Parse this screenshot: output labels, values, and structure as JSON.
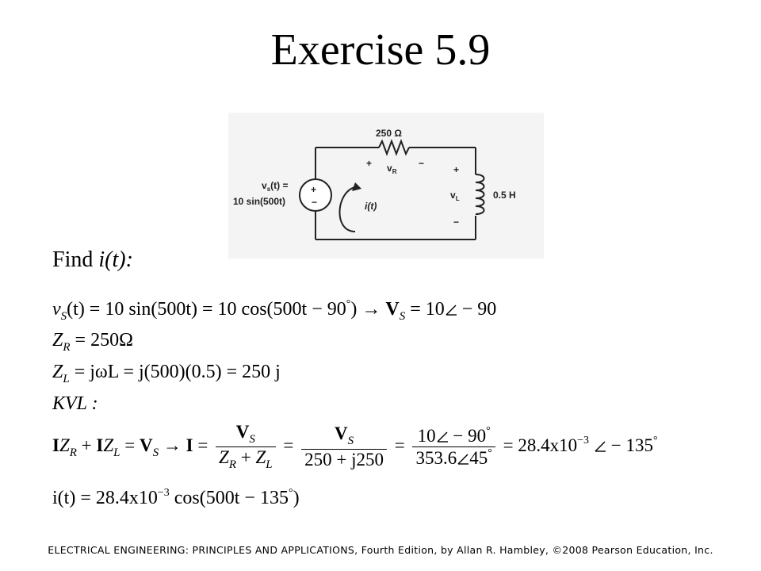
{
  "title": "Exercise 5.9",
  "circuit": {
    "resistor_label": "250 Ω",
    "vr_label": "v",
    "vr_sub": "R",
    "source_label_line1": "v",
    "source_label_sub": "s",
    "source_label_line1b": "(t) =",
    "source_label_line2": "10 sin(500t)",
    "current_label": "i(t)",
    "vl_label": "v",
    "vl_sub": "L",
    "inductor_label": "0.5 H",
    "plus": "+",
    "minus": "−"
  },
  "find_prefix": "Find ",
  "find_var": "i(t):",
  "equations": {
    "eq1": {
      "lhs": "v",
      "lhs_sub": "S",
      "part1": "(t) = 10 sin(500t) = 10 cos(500t − 90",
      "deg": "°",
      "part2": ") → ",
      "V": "V",
      "V_sub": "S",
      "part3": " = 10",
      "part4": " − 90"
    },
    "eq2": {
      "Z": "Z",
      "sub": "R",
      "rest": " = 250Ω"
    },
    "eq3": {
      "Z": "Z",
      "sub": "L",
      "rest": " = jωL = j(500)(0.5) = 250 j"
    },
    "eq4": {
      "text": "KVL :"
    },
    "eq5": {
      "I1": "I",
      "Z1": "Z",
      "Z1_sub": "R",
      "plus": " + ",
      "I2": "I",
      "Z2": "Z",
      "Z2_sub": "L",
      "eq": " = ",
      "V": "V",
      "V_sub": "S",
      "arrow": " → ",
      "I3": "I",
      "eq2": " = ",
      "f1_num": "V",
      "f1_num_sub": "S",
      "f1_den_a": "Z",
      "f1_den_a_sub": "R",
      "f1_den_plus": " + ",
      "f1_den_b": "Z",
      "f1_den_b_sub": "L",
      "eq3": " = ",
      "f2_num": "V",
      "f2_num_sub": "S",
      "f2_den": "250 + j250",
      "eq4": " = ",
      "f3_num": "10",
      "f3_num_ang": " − 90",
      "f3_num_deg": "°",
      "f3_den": "353.6",
      "f3_den_ang": "45",
      "f3_den_deg": "°",
      "eq5": " = 28.4x10",
      "exp": "−3",
      "ang": " − 135",
      "deg": "°"
    },
    "eq6": {
      "lhs": "i(t) = 28.4x10",
      "exp": "−3",
      "rest": " cos(500t − 135",
      "deg": "°",
      "close": ")"
    }
  },
  "footer": "ELECTRICAL ENGINEERING: PRINCIPLES AND APPLICATIONS, Fourth Edition, by Allan R. Hambley, ©2008 Pearson Education, Inc."
}
